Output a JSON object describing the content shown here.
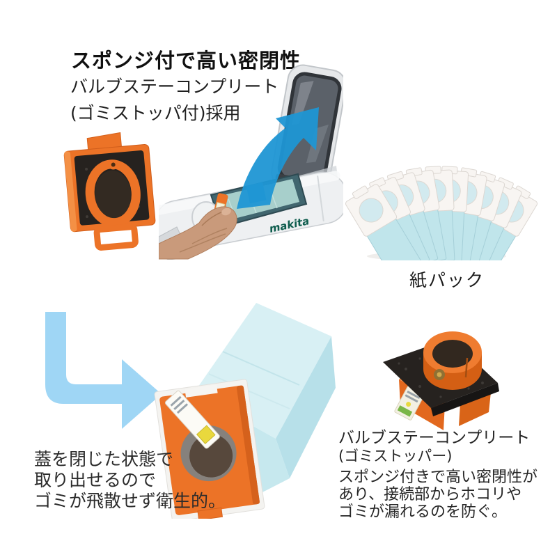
{
  "header": {
    "title": "スポンジ付で高い密閉性",
    "subtitle_lines": [
      "バルブステーコンプリート",
      "(ゴミストッパ付)採用"
    ]
  },
  "vacuum_photo": {
    "brand_logo": "makita",
    "description": "蓋を開けた掃除機本体と青い矢印"
  },
  "paper_pack": {
    "label": "紙パック",
    "visible_count": 10
  },
  "captions": {
    "bottom_left": {
      "lines": [
        "蓋を閉じた状態で",
        "取り出せるので",
        "ゴミが飛散せず衛生的。"
      ]
    },
    "bottom_right": {
      "title": "バルブステーコンプリート",
      "subtitle": "(ゴミストッパー)",
      "lines": [
        "スポンジ付きで高い密閉性が",
        "あり、接続部からホコリや",
        "ゴミが漏れるのを防ぐ。"
      ]
    }
  },
  "icons": {
    "down_right_arrow": "L字型の青い矢印",
    "open_lid_arrow": "蓋方向の青い矢印"
  },
  "colors": {
    "accent_orange": "#EC7327",
    "accent_orange_dark": "#D5611C",
    "arrow_light_blue": "#9FD6F5",
    "photo_arrow_blue": "#1F96D4",
    "bag_blue": "#C6E8EE",
    "bag_blue_light": "#D8F0F4",
    "bag_blue_shade": "#B7E0E9",
    "sponge_black": "#26221F",
    "pack_paper_white": "#F8F5F2",
    "pack_bag_blue": "#C0E5EB",
    "makita_green": "#0D5C4D",
    "text_dark": "#101010"
  }
}
